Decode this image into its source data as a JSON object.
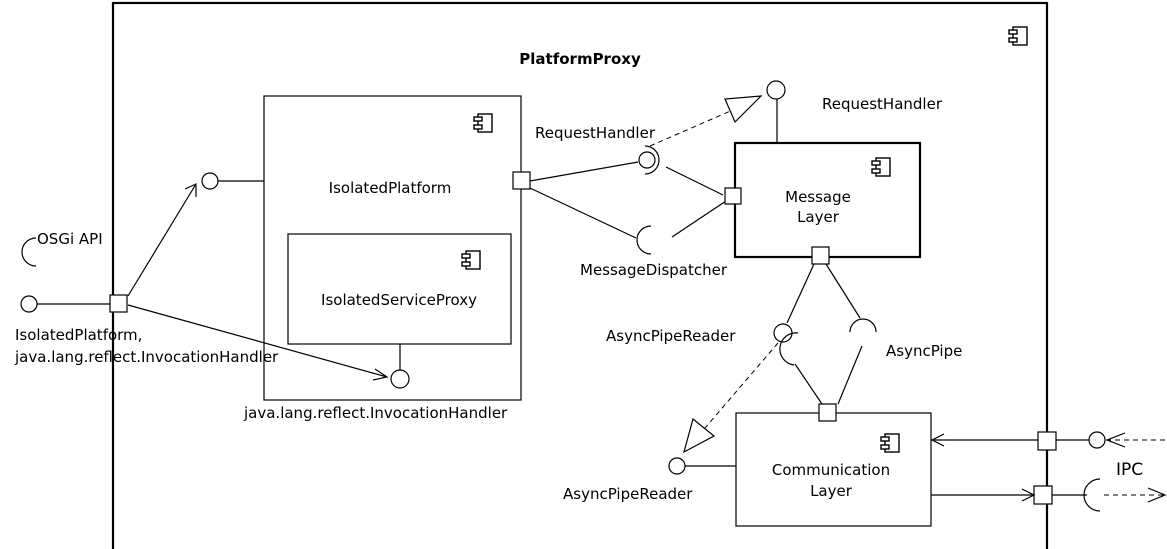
{
  "title": "PlatformProxy",
  "components": {
    "isolated_platform": "IsolatedPlatform",
    "isolated_service_proxy": "IsolatedServiceProxy",
    "message_layer": [
      "Message",
      "Layer"
    ],
    "communication_layer": [
      "Communication",
      "Layer"
    ]
  },
  "interfaces": {
    "osgi_api": "OSGi API",
    "external_provided": [
      "IsolatedPlatform,",
      "java.lang.reflect.InvocationHandler"
    ],
    "invocation_handler": "java.lang.reflect.InvocationHandler",
    "request_handler_required": "RequestHandler",
    "request_handler_provided": "RequestHandler",
    "message_dispatcher": "MessageDispatcher",
    "async_pipe_reader_top": "AsyncPipeReader",
    "async_pipe": "AsyncPipe",
    "async_pipe_reader_bottom": "AsyncPipeReader",
    "ipc": "IPC"
  }
}
